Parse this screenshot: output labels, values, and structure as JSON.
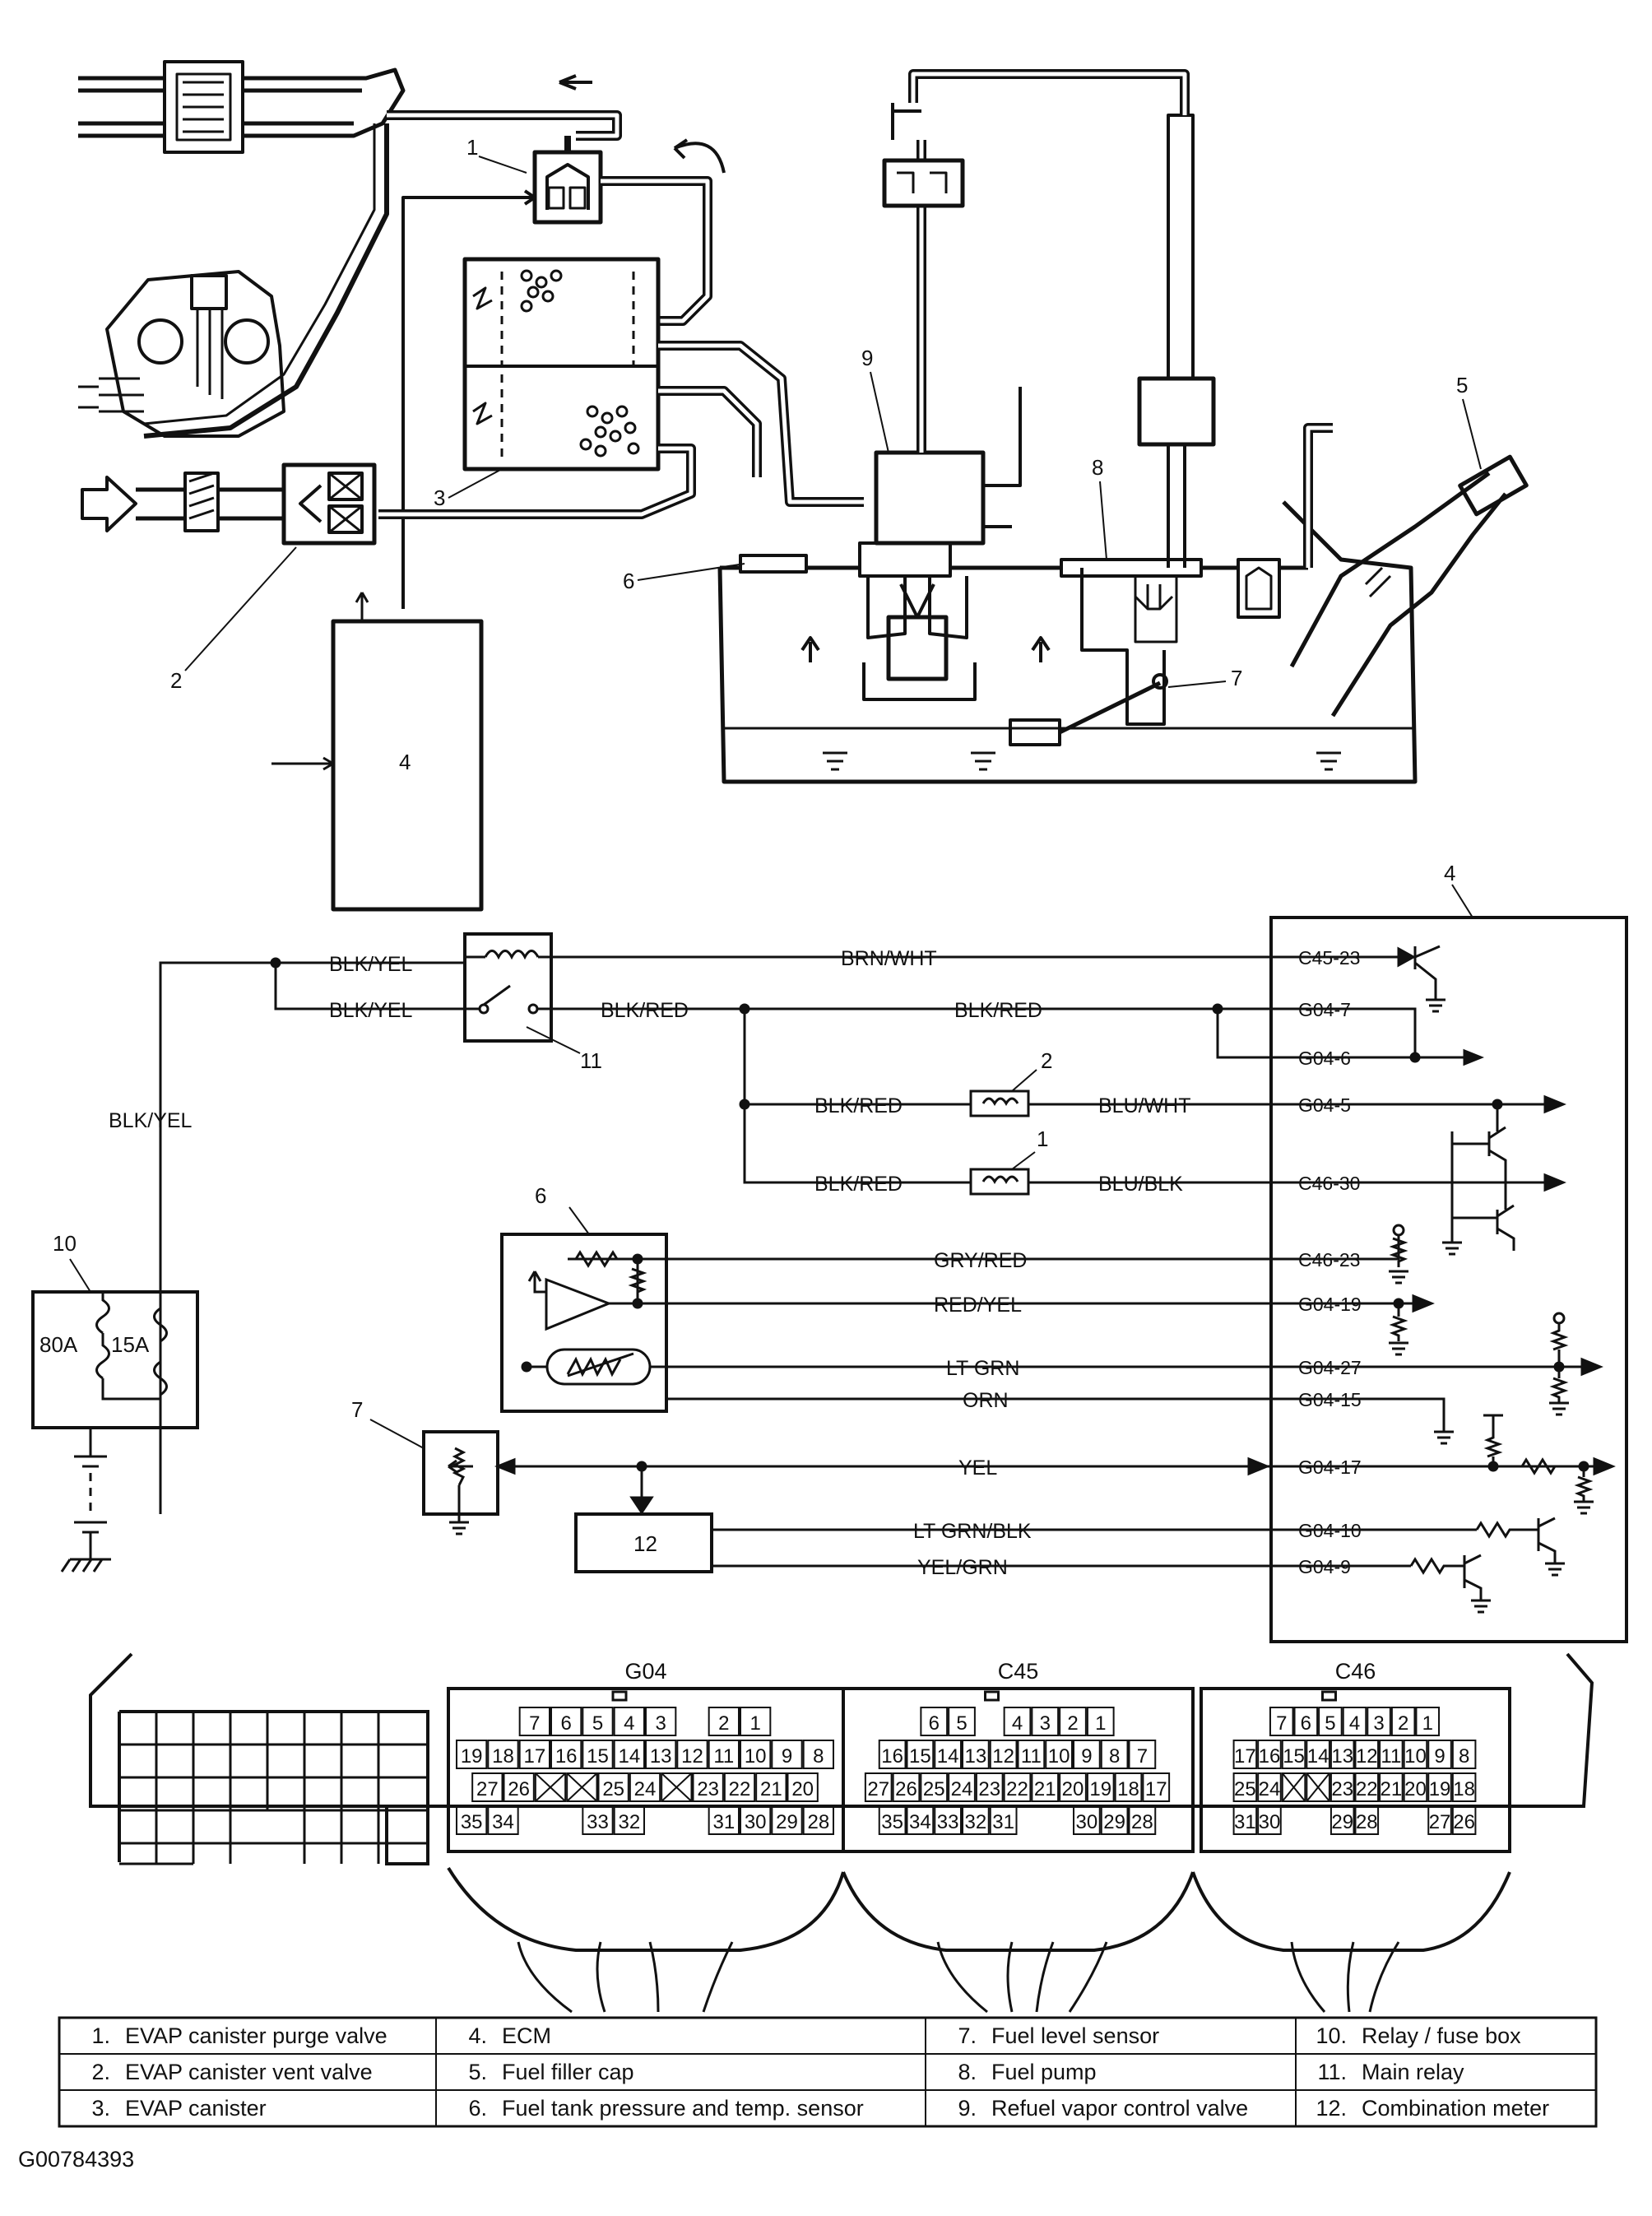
{
  "figure_id": "G00784393",
  "evap": {
    "callouts": [
      "1",
      "2",
      "3",
      "4",
      "5",
      "6",
      "7",
      "8",
      "9"
    ]
  },
  "schematic": {
    "ecm_callout": "4",
    "relay_callout": "11",
    "purge_callout": "1",
    "vent_callout": "2",
    "sensor_callout": "6",
    "level_callout": "7",
    "fusebox_callout": "10",
    "meter_label": "12",
    "fuse_80": "80A",
    "fuse_15": "15A",
    "wires": {
      "blk_yel_top": "BLK/YEL",
      "blk_yel_mid": "BLK/YEL",
      "blk_yel_left": "BLK/YEL",
      "brn_wht": "BRN/WHT",
      "blk_red_1": "BLK/RED",
      "blk_red_2": "BLK/RED",
      "blk_red_3": "BLK/RED",
      "blk_red_4": "BLK/RED",
      "blu_wht": "BLU/WHT",
      "blu_blk": "BLU/BLK",
      "gry_red": "GRY/RED",
      "red_yel": "RED/YEL",
      "lt_grn": "LT GRN",
      "orn": "ORN",
      "yel": "YEL",
      "lt_grn_blk": "LT GRN/BLK",
      "yel_grn": "YEL/GRN"
    },
    "pins": {
      "c45_23": "C45-23",
      "g04_7": "G04-7",
      "g04_6": "G04-6",
      "g04_5": "G04-5",
      "c46_30": "C46-30",
      "c46_23": "C46-23",
      "g04_19": "G04-19",
      "g04_27": "G04-27",
      "g04_15": "G04-15",
      "g04_17": "G04-17",
      "g04_10": "G04-10",
      "g04_9": "G04-9"
    }
  },
  "connectors": {
    "g04": {
      "label": "G04",
      "rows": [
        [
          "7",
          "6",
          "5",
          "4",
          "3",
          "",
          "2",
          "1"
        ],
        [
          "19",
          "18",
          "17",
          "16",
          "15",
          "14",
          "13",
          "12",
          "11",
          "10",
          "9",
          "8"
        ],
        [
          "27",
          "26",
          "X",
          "X",
          "25",
          "24",
          "X",
          "23",
          "22",
          "21",
          "20"
        ],
        [
          "35",
          "34",
          "",
          "",
          "33",
          "32",
          "",
          "",
          "31",
          "30",
          "29",
          "28"
        ]
      ]
    },
    "c45": {
      "label": "C45",
      "rows": [
        [
          "6",
          "5",
          "",
          "4",
          "3",
          "2",
          "1"
        ],
        [
          "16",
          "15",
          "14",
          "13",
          "12",
          "11",
          "10",
          "9",
          "8",
          "7"
        ],
        [
          "27",
          "26",
          "25",
          "24",
          "23",
          "22",
          "21",
          "20",
          "19",
          "18",
          "17"
        ],
        [
          "35",
          "34",
          "33",
          "32",
          "31",
          "",
          "",
          "30",
          "29",
          "28"
        ]
      ]
    },
    "c46": {
      "label": "C46",
      "rows": [
        [
          "7",
          "6",
          "5",
          "4",
          "3",
          "2",
          "1"
        ],
        [
          "17",
          "16",
          "15",
          "14",
          "13",
          "12",
          "11",
          "10",
          "9",
          "8"
        ],
        [
          "25",
          "24",
          "X",
          "X",
          "23",
          "22",
          "21",
          "20",
          "19",
          "18"
        ],
        [
          "31",
          "30",
          "",
          "",
          "29",
          "28",
          "",
          "",
          "27",
          "26"
        ]
      ]
    }
  },
  "legend": [
    {
      "num": "1.",
      "text": "EVAP canister purge valve"
    },
    {
      "num": "4.",
      "text": "ECM"
    },
    {
      "num": "7.",
      "text": "Fuel level sensor"
    },
    {
      "num": "10.",
      "text": "Relay / fuse box"
    },
    {
      "num": "2.",
      "text": "EVAP canister vent valve"
    },
    {
      "num": "5.",
      "text": "Fuel filler cap"
    },
    {
      "num": "8.",
      "text": "Fuel pump"
    },
    {
      "num": "11.",
      "text": "Main relay"
    },
    {
      "num": "3.",
      "text": "EVAP canister"
    },
    {
      "num": "6.",
      "text": "Fuel tank pressure and temp. sensor"
    },
    {
      "num": "9.",
      "text": "Refuel vapor control valve"
    },
    {
      "num": "12.",
      "text": "Combination meter"
    }
  ]
}
